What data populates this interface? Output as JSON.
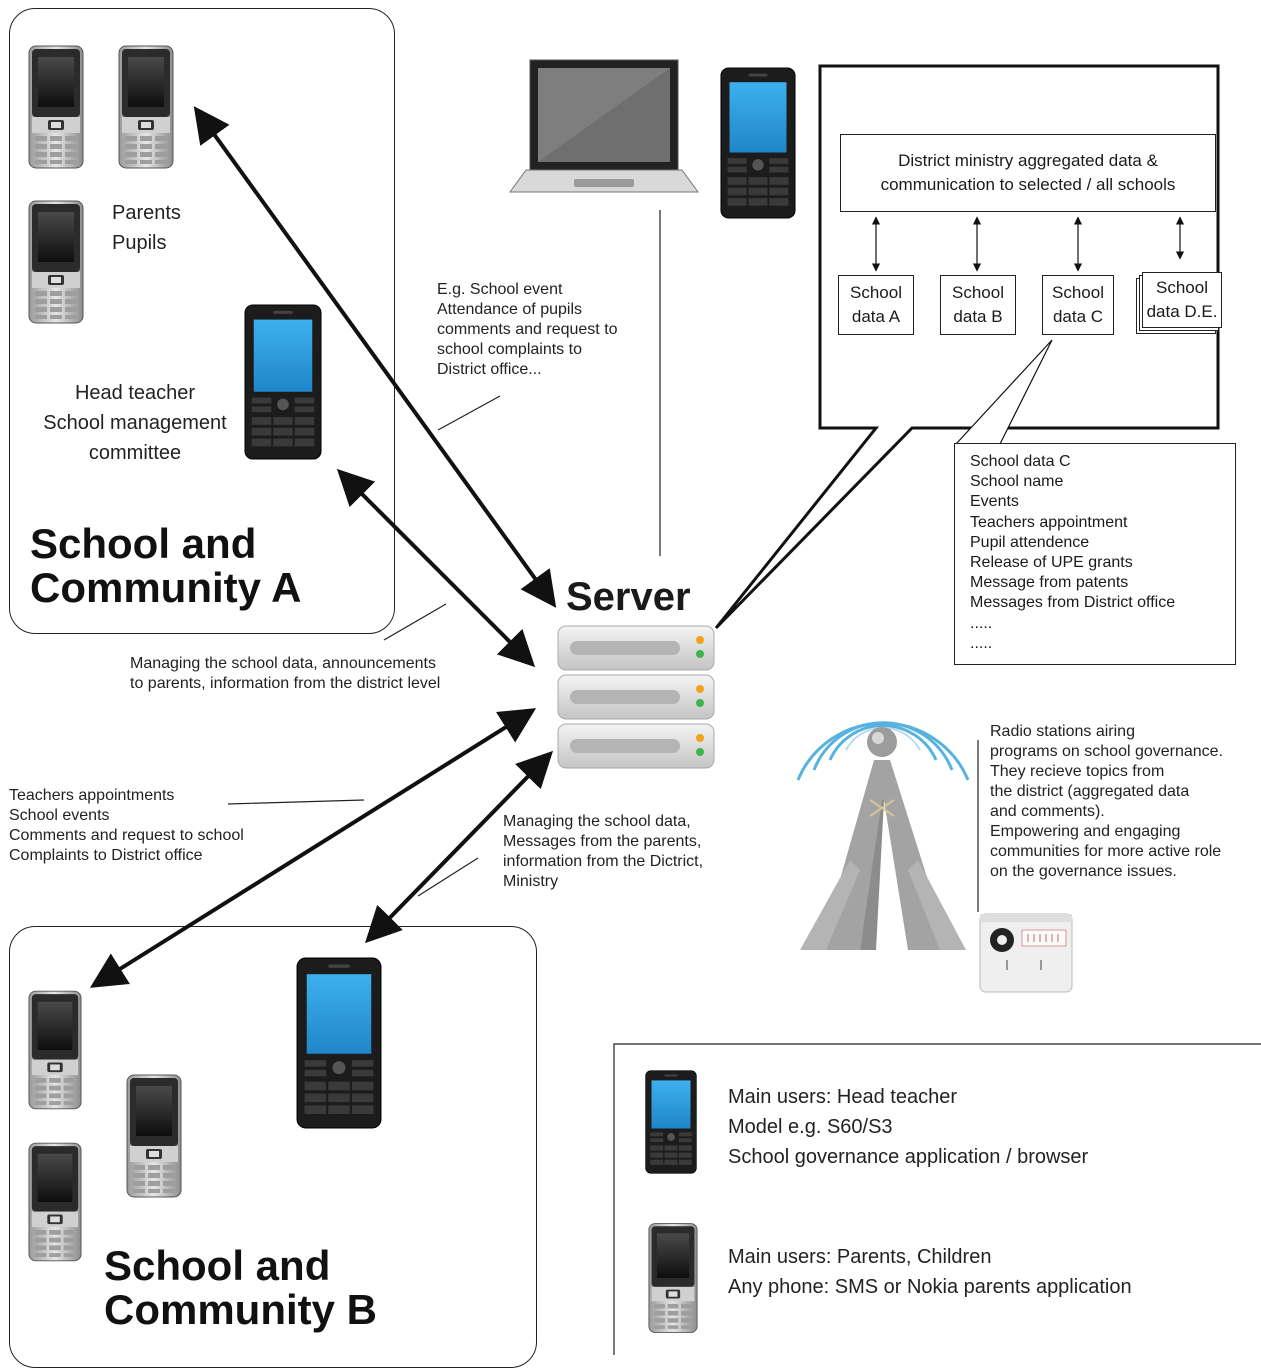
{
  "school_a": {
    "title": "School and\nCommunity A",
    "parents_label": "Parents\nPupils",
    "head_label": "Head teacher\nSchool management\ncommittee"
  },
  "school_b": {
    "title": "School and\nCommunity B"
  },
  "server": {
    "title": "Server"
  },
  "annotations": {
    "event_note": "E.g. School event\nAttendance of pupils\ncomments and request to\nschool complaints to\nDistrict office...",
    "managing_a": "Managing the school data, announcements\nto parents, information from the district level",
    "teachers_note": "Teachers appointments\nSchool events\nComments and request to school\nComplaints to District office",
    "managing_b": "Managing the school data,\nMessages from the parents,\ninformation from the Dictrict,\nMinistry",
    "radio_note": "Radio stations airing\nprograms on school governance.\nThey recieve topics from\nthe district (aggregated data\nand comments).\nEmpowering and engaging\ncommunities for more active role\non the governance issues."
  },
  "district": {
    "header": "District ministry aggregated data &\ncommunication to selected / all schools",
    "schools": [
      "School\ndata A",
      "School\ndata B",
      "School\ndata C",
      "School\ndata D.E."
    ]
  },
  "detail_list": {
    "items": [
      "School data C",
      "School name",
      "Events",
      "Teachers appointment",
      "Pupil attendence",
      "Release of UPE grants",
      "Message from patents",
      "Messages from District office",
      ".....",
      "....."
    ]
  },
  "legend": {
    "smartphone": [
      "Main users: Head teacher",
      "Model e.g. S60/S3",
      "School governance application / browser"
    ],
    "basic_phone": [
      "Main users: Parents, Children",
      "Any phone: SMS or Nokia parents application"
    ]
  },
  "colors": {
    "screen_blue": "#2a9be0",
    "phone_dark": "#1e1e1e",
    "phone_silver": "#c9c9c9",
    "server_gray": "#d6d6d6",
    "tower_gray": "#9a9a9a",
    "signal_blue": "#3aa6d8",
    "led_orange": "#f2a21b",
    "led_green": "#3cb54a"
  }
}
